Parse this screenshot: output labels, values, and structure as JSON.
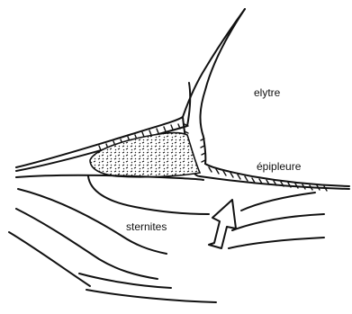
{
  "figure": {
    "labels": {
      "elytre": "elytre",
      "epipleure": "épipleure",
      "sternites": "sternites"
    },
    "colors": {
      "ink": "#111111",
      "background": "#ffffff"
    }
  }
}
